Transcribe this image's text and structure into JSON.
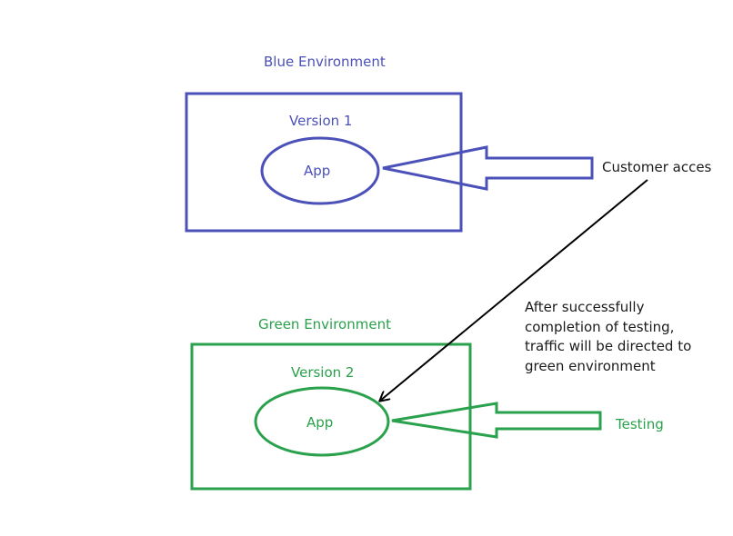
{
  "blue_environment": {
    "title": "Blue Environment",
    "version_label": "Version 1",
    "app_label": "App"
  },
  "green_environment": {
    "title": "Green Environment",
    "version_label": "Version 2",
    "app_label": "App"
  },
  "customer_access_label": "Customer acces",
  "testing_label": "Testing",
  "switch_note": "After successfully completion of testing, traffic will be directed to green environment",
  "colors": {
    "blue": "#4b51b8",
    "green": "#2aa14c",
    "connector": "#000000",
    "background": "#ffffff"
  }
}
